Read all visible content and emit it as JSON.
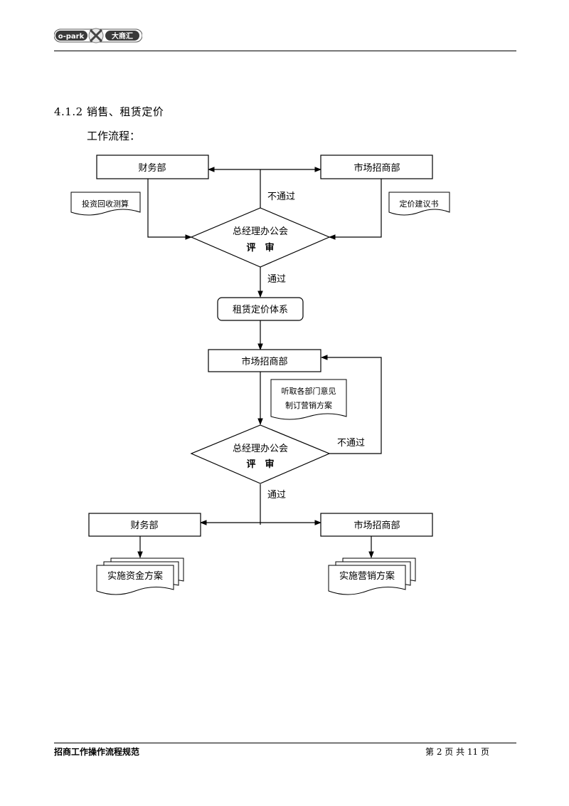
{
  "header": {
    "logo_left": "o-park",
    "logo_right": "大商汇"
  },
  "section": {
    "heading": "4.1.2 销售、租赁定价",
    "subheading": "工作流程："
  },
  "flow": {
    "finance_top": "财务部",
    "market_top": "市场招商部",
    "note_investment": "投资回收测算",
    "note_pricing": "定价建议书",
    "fail_1": "不通过",
    "review1_line1": "总经理办公会",
    "review1_line2": "评　审",
    "pass_1": "通过",
    "pricing_system": "租赁定价体系",
    "market_mid": "市场招商部",
    "note_opinions_line1": "听取各部门意见",
    "note_opinions_line2": "制订营销方案",
    "fail_2": "不通过",
    "review2_line1": "总经理办公会",
    "review2_line2": "评　审",
    "pass_2": "通过",
    "finance_bottom": "财务部",
    "market_bottom": "市场招商部",
    "doc_funds": "实施资金方案",
    "doc_marketing": "实施营销方案"
  },
  "footer": {
    "title": "招商工作操作流程规范",
    "page": "第 2 页  共 11 页"
  }
}
